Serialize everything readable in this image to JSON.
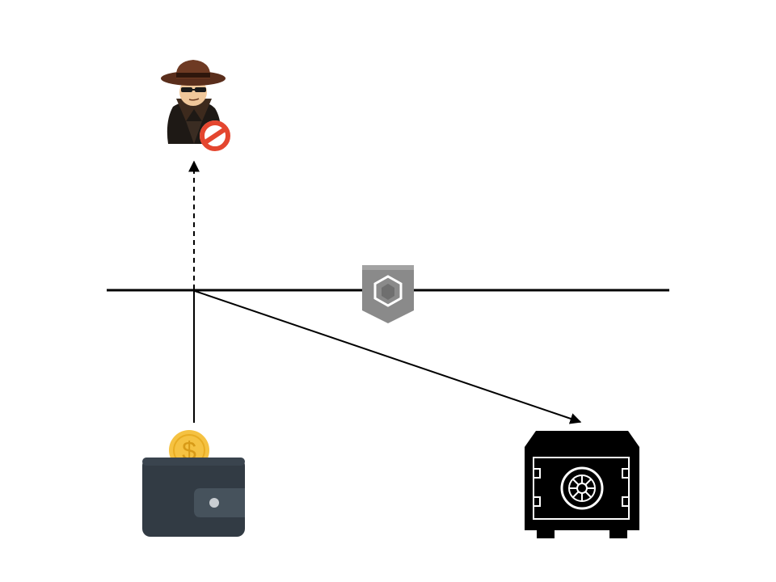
{
  "diagram": {
    "nodes": [
      {
        "id": "attacker",
        "icon": "blocked-spy-icon"
      },
      {
        "id": "gateway",
        "icon": "hexagon-shield-icon"
      },
      {
        "id": "wallet",
        "icon": "wallet-with-coin-icon"
      },
      {
        "id": "vault",
        "icon": "safe-vault-icon"
      }
    ],
    "edges": [
      {
        "from": "wallet",
        "to": "barrier",
        "style": "solid",
        "arrow": false
      },
      {
        "from": "barrier",
        "to": "attacker",
        "style": "dashed",
        "arrow": true
      },
      {
        "from": "barrier",
        "to": "vault",
        "style": "solid",
        "arrow": true
      }
    ],
    "colors": {
      "line": "#000000",
      "wallet_body": "#323b44",
      "wallet_flap": "#46525c",
      "coin": "#f5c242",
      "coin_symbol": "#d79a17",
      "blocked_sign": "#e4462f",
      "gateway_icon": "#8a8a8a",
      "safe": "#000000",
      "spy_hat": "#5a2e1c",
      "spy_coat": "#1e1915",
      "spy_face": "#f0c79a"
    },
    "labels": {
      "coin_symbol": "$"
    }
  }
}
